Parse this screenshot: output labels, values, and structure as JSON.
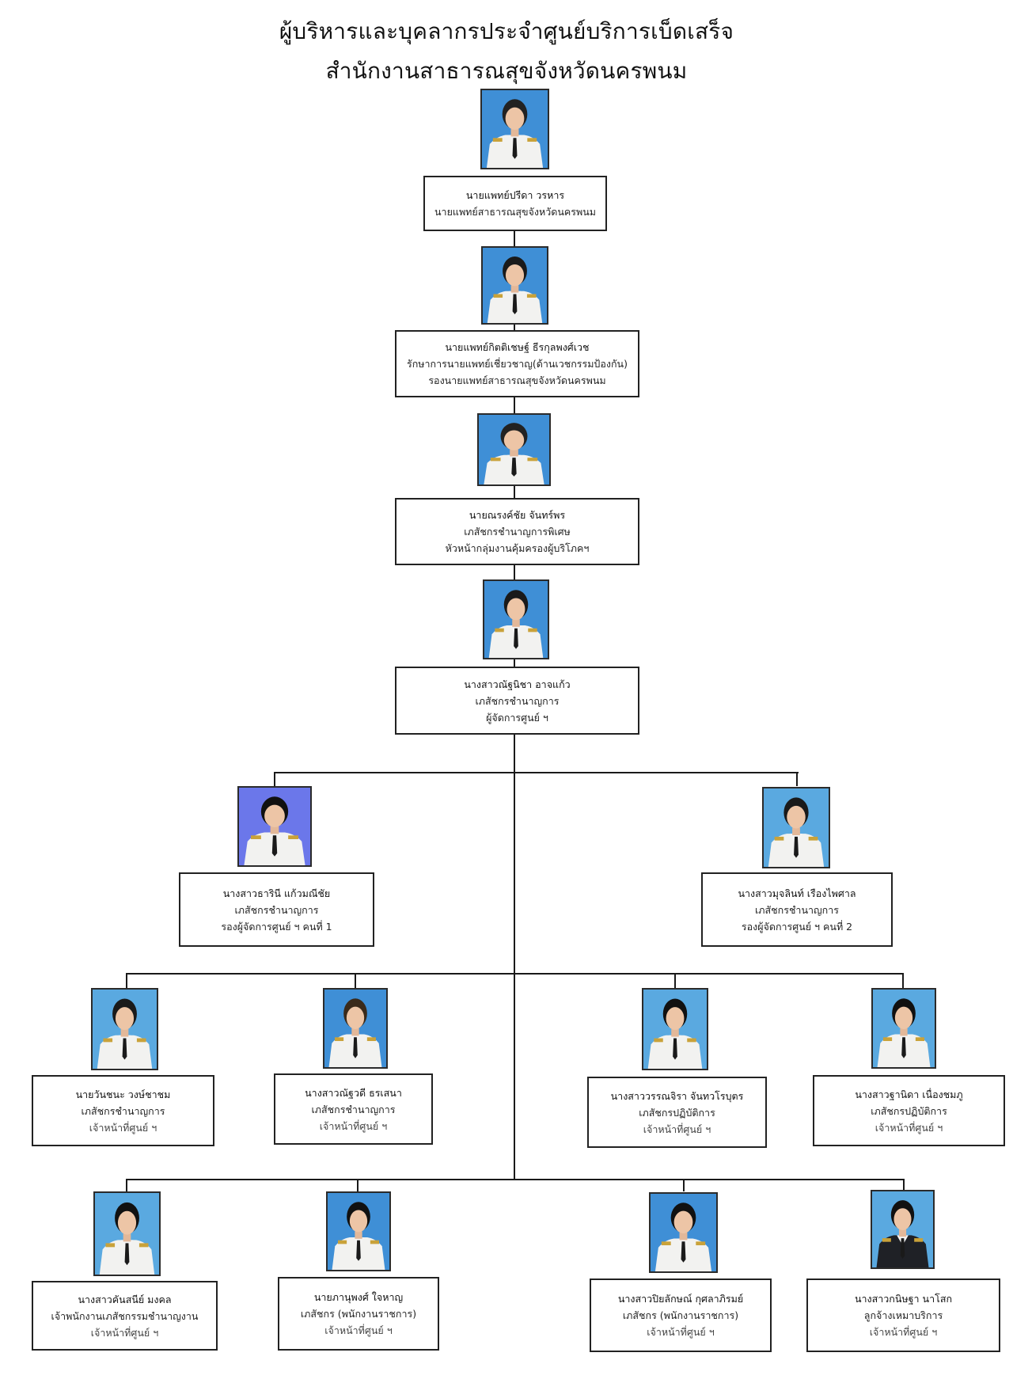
{
  "header": {
    "title_line1": "ผู้บริหารและบุคลากรประจำศูนย์บริการเบ็ดเสร็จ",
    "title_line2": "สำนักงานสาธารณสุขจังหวัดนครพนม"
  },
  "colors": {
    "line": "#1a1a1a",
    "photo_bg_blue": "#3f8fd6",
    "photo_bg_light": "#5aa9e0",
    "photo_bg_violet": "#6b77ea"
  },
  "chain": [
    {
      "name": "นายแพทย์ปรีดา วรหาร",
      "position": "นายแพทย์สาธารณสุขจังหวัดนครพนม",
      "role": ""
    },
    {
      "name": "นายแพทย์กิตติเชษฐ์  ธีรกุลพงศ์เวช",
      "position": "รักษาการนายแพทย์เชี่ยวชาญ(ด้านเวชกรรมป้องกัน)",
      "role": "รองนายแพทย์สาธารณสุขจังหวัดนครพนม"
    },
    {
      "name": "นายณรงค์ชัย  จันทร์พร",
      "position": "เภสัชกรชำนาญการพิเศษ",
      "role": "หัวหน้ากลุ่มงานคุ้มครองผู้บริโภคฯ"
    },
    {
      "name": "นางสาวณัฐนิชา  อาจแก้ว",
      "position": "เภสัชกรชำนาญการ",
      "role": "ผู้จัดการศูนย์ ฯ"
    }
  ],
  "deputies": [
    {
      "name": "นางสาวธารินี  แก้วมณีชัย",
      "position": "เภสัชกรชำนาญการ",
      "role": "รองผู้จัดการศูนย์ ฯ คนที่ 1"
    },
    {
      "name": "นางสาวมุจลินท์  เรืองไพศาล",
      "position": "เภสัชกรชำนาญการ",
      "role": "รองผู้จัดการศูนย์ ฯ คนที่ 2"
    }
  ],
  "staff_row1": [
    {
      "name": "นายวันชนะ  วงษ์ชาชม",
      "position": "เภสัชกรชำนาญการ",
      "role": "เจ้าหน้าที่ศูนย์ ฯ"
    },
    {
      "name": "นางสาวณัฐวดี ธรเสนา",
      "position": "เภสัชกรชำนาญการ",
      "role": "เจ้าหน้าที่ศูนย์ ฯ"
    },
    {
      "name": "นางสาววรรณจิรา  จันทวโรบุตร",
      "position": "เภสัชกรปฏิบัติการ",
      "role": "เจ้าหน้าที่ศูนย์ ฯ"
    },
    {
      "name": "นางสาวฐานิดา  เนื่องชมภู",
      "position": "เภสัชกรปฏิบัติการ",
      "role": "เจ้าหน้าที่ศูนย์ ฯ"
    }
  ],
  "staff_row2": [
    {
      "name": "นางสาวคันสนีย์  มงคล",
      "position": "เจ้าพนักงานเภสัชกรรมชำนาญงาน",
      "role": "เจ้าหน้าที่ศูนย์ ฯ"
    },
    {
      "name": "นายภานุพงศ์  ใจหาญ",
      "position": "เภสัชกร (พนักงานราชการ)",
      "role": "เจ้าหน้าที่ศูนย์ ฯ"
    },
    {
      "name": "นางสาวปิยลักษณ์  กุศลาภิรมย์",
      "position": "เภสัชกร (พนักงานราชการ)",
      "role": "เจ้าหน้าที่ศูนย์ ฯ"
    },
    {
      "name": "นางสาวกนิษฐา นาโสก",
      "position": "ลูกจ้างเหมาบริการ",
      "role": "เจ้าหน้าที่ศูนย์ ฯ"
    }
  ]
}
